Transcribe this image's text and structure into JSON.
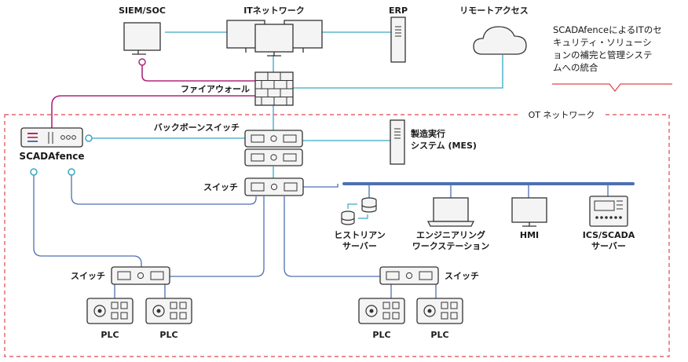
{
  "labels": {
    "siem": "SIEM/SOC",
    "it_network": "ITネットワーク",
    "erp": "ERP",
    "remote_access": "リモートアクセス",
    "firewall": "ファイアウォール",
    "ot_network": "OT ネットワーク",
    "backbone_switch": "バックボーンスイッチ",
    "mes_line1": "製造実行",
    "mes_line2": "システム (MES)",
    "scadafence": "SCADAfence",
    "switch_center": "スイッチ",
    "switch_left": "スイッチ",
    "switch_right": "スイッチ",
    "historian_line1": "ヒストリアン",
    "historian_line2": "サーバー",
    "eng_line1": "エンジニアリング",
    "eng_line2": "ワークステーション",
    "hmi": "HMI",
    "ics_line1": "ICS/SCADA",
    "ics_line2": "サーバー",
    "plc1": "PLC",
    "plc2": "PLC",
    "plc3": "PLC",
    "plc4": "PLC"
  },
  "callout": {
    "line1": "SCADAfenceによるITのセ",
    "line2": "キュリティ・ソリューシ",
    "line3": "ョンの補完と管理システ",
    "line4": "ムへの統合"
  },
  "colors": {
    "cyan": "#3aa6c4",
    "blue": "#4f6fb0",
    "magenta": "#b0267e",
    "red_dashed": "#e0464f",
    "device_stroke": "#333333",
    "device_fill": "#f4f4f4"
  }
}
